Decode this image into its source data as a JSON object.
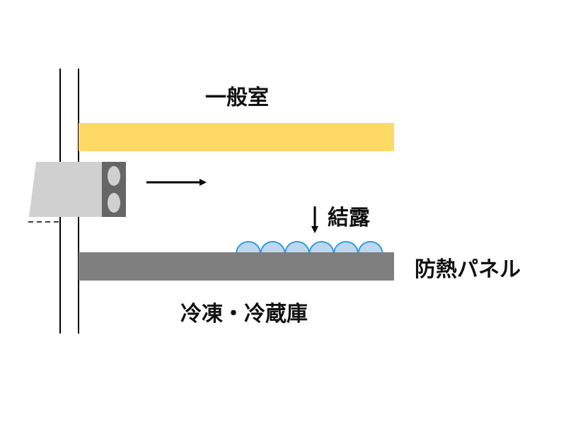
{
  "labels": {
    "general_room": "一般室",
    "condensation": "結露",
    "insulated_panel": "防熱パネル",
    "freezer_room": "冷凍・冷蔵庫"
  },
  "colors": {
    "ceiling_panel": "#FFD966",
    "insulated_panel": "#7F7F7F",
    "droplet_fill": "#BDD7EE",
    "droplet_stroke": "#2E9CD9",
    "unit_body": "#D0D0D0",
    "unit_fan": "#666666",
    "unit_fan_blade": "#D0D0D0",
    "wall_line": "#000000",
    "arrow": "#000000"
  },
  "droplets": {
    "count": 6
  }
}
